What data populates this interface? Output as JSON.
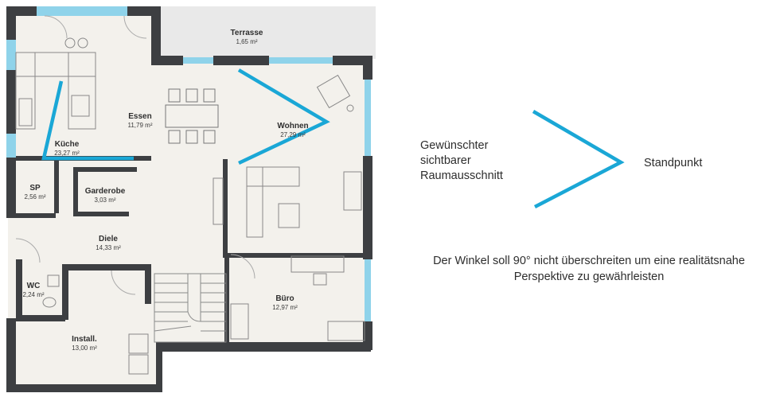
{
  "rooms": {
    "terrasse": {
      "name": "Terrasse",
      "area": "1,65 m²"
    },
    "essen": {
      "name": "Essen",
      "area": "11,79 m²"
    },
    "kueche": {
      "name": "Küche",
      "area": "23,27 m²"
    },
    "wohnen": {
      "name": "Wohnen",
      "area": "27,29 m²"
    },
    "sp": {
      "name": "SP",
      "area": "2,56 m²"
    },
    "garderobe": {
      "name": "Garderobe",
      "area": "3,03 m²"
    },
    "diele": {
      "name": "Diele",
      "area": "14,33 m²"
    },
    "wc": {
      "name": "WC",
      "area": "2,24 m²"
    },
    "buero": {
      "name": "Büro",
      "area": "12,97 m²"
    },
    "install": {
      "name": "Install.",
      "area": "13,00 m²"
    }
  },
  "legend": {
    "visible_area_lines": [
      "Gewünschter",
      "sichtbarer",
      "Raumausschnitt"
    ],
    "viewpoint": "Standpunkt",
    "note_lines": [
      "Der Winkel soll 90° nicht überschreiten um eine realitätsnahe",
      "Perspektive zu gewährleisten"
    ]
  },
  "colors": {
    "view_marker": "#1aa7d6",
    "wall": "#3d3f42",
    "floor": "#f3f1ec",
    "window": "#8fd3ea",
    "terrace": "#e9e9e9"
  }
}
